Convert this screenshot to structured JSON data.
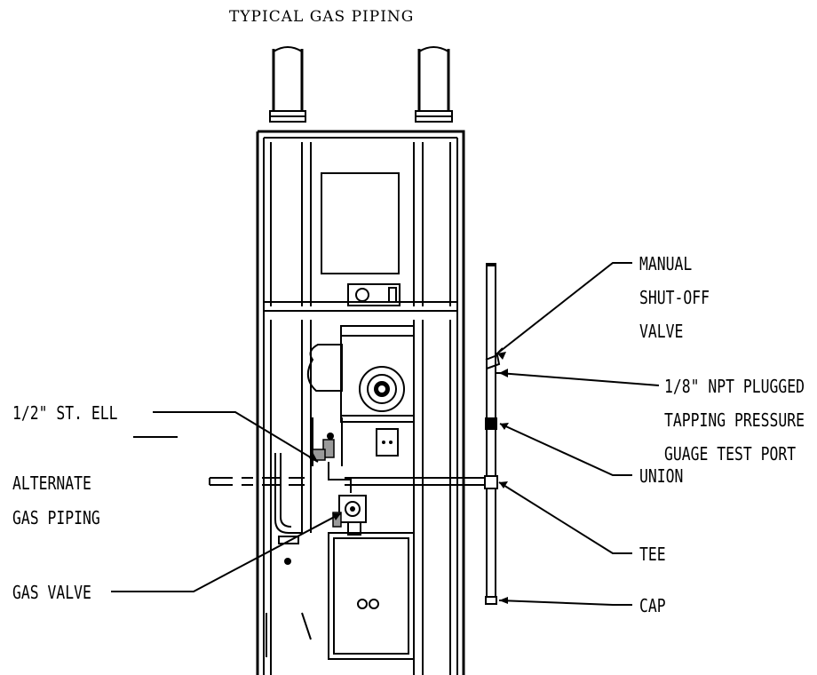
{
  "diagram": {
    "title": "TYPICAL GAS PIPING",
    "labels": {
      "manual_shutoff": [
        "MANUAL",
        "SHUT-OFF",
        "VALVE"
      ],
      "npt_port": [
        "1/8\" NPT PLUGGED",
        "TAPPING PRESSURE",
        "GUAGE TEST PORT"
      ],
      "union": "UNION",
      "tee": "TEE",
      "cap": "CAP",
      "st_ell": "1/2\" ST. ELL",
      "alternate": [
        "ALTERNATE",
        "GAS PIPING"
      ],
      "gas_valve": "GAS VALVE"
    }
  }
}
